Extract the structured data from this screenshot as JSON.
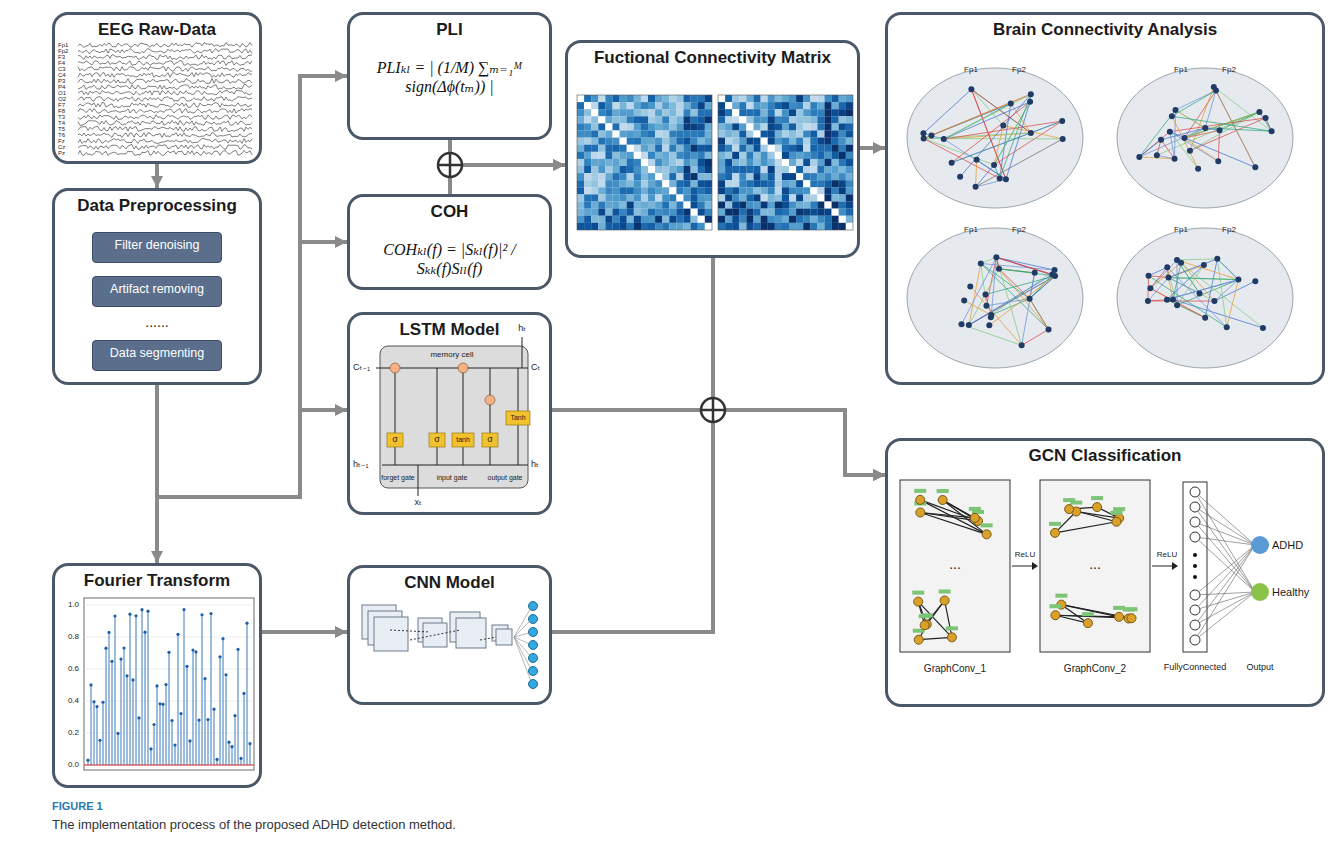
{
  "diagram": {
    "caption": "The implementation process of the proposed ADHD detection method.",
    "nodes": [
      {
        "text": [
          "EEG Raw-Data"
        ]
      },
      {
        "text": [
          "Data Preprocessing"
        ]
      },
      {
        "text": [
          "Filter denoising"
        ],
        "in": 1
      },
      {
        "text": [
          "Artifact removing"
        ],
        "in": 1
      },
      {
        "text": [
          "Data segmenting"
        ],
        "in": 1
      },
      {
        "text": [
          "Fourier Transform"
        ]
      },
      {
        "text": [
          "PLI",
          "PLIₖₗ = | (1/M) ∑ₘ₌₁ᴹ sign(Δϕ(tₘ)) |"
        ]
      },
      {
        "text": [
          "COH",
          "COHₖₗ(f) = |Sₖₗ(f)|² / Sₖₖ(f)Sₗₗ(f)"
        ]
      },
      {
        "text": [
          "LSTM Model"
        ]
      },
      {
        "text": [
          "CNN Model"
        ]
      },
      {
        "text": [
          "Fuctional Connectivity Matrix"
        ]
      },
      {
        "text": [
          "Brain Connectivity Analysis"
        ]
      },
      {
        "text": [
          "GCN Classification"
        ]
      }
    ],
    "edges": [
      {
        "from": 0,
        "to": 1,
        "arrow": "to"
      },
      {
        "from": 1,
        "to": 6,
        "arrow": "to"
      },
      {
        "from": 1,
        "to": 7,
        "arrow": "to"
      },
      {
        "from": 1,
        "to": 8,
        "arrow": "to"
      },
      {
        "from": 1,
        "to": 5,
        "arrow": "to"
      },
      {
        "from": 5,
        "to": 9,
        "arrow": "to"
      },
      {
        "from": 6,
        "to": 10,
        "arrow": "to"
      },
      {
        "from": 7,
        "to": 10,
        "arrow": "to"
      },
      {
        "from": 10,
        "to": 11,
        "arrow": "to"
      },
      {
        "from": 10,
        "to": 12,
        "arrow": "to"
      },
      {
        "from": 8,
        "to": 12,
        "arrow": "to"
      },
      {
        "from": 9,
        "to": 12,
        "arrow": "to"
      }
    ],
    "labels": [
      "......",
      "Fp1",
      "Fp2",
      "F3",
      "F4",
      "C3",
      "C4",
      "P3",
      "P4",
      "O1",
      "O2",
      "F7",
      "F8",
      "T3",
      "T4",
      "T5",
      "T6",
      "Fz",
      "Cz",
      "Pz",
      "1.0",
      "0.8",
      "0.6",
      "0.4",
      "0.2",
      "0.0",
      "memory cell",
      "forget gate",
      "input gate",
      "output gate",
      "σ",
      "σ",
      "σ",
      "tanh",
      "Tanh",
      "Cₜ₋₁",
      "Cₜ",
      "hₜ₋₁",
      "hₜ",
      "hₜ",
      "xₜ",
      "Fp1",
      "Fp2",
      "Fp1",
      "Fp2",
      "Fp1",
      "Fp2",
      "Fp1",
      "Fp2",
      "GraphConv_1",
      "GraphConv_2",
      "ReLU",
      "ReLU",
      "FullyConnected",
      "Output",
      "ADHD",
      "Healthy",
      "...",
      "...",
      "FIGURE 1"
    ]
  }
}
